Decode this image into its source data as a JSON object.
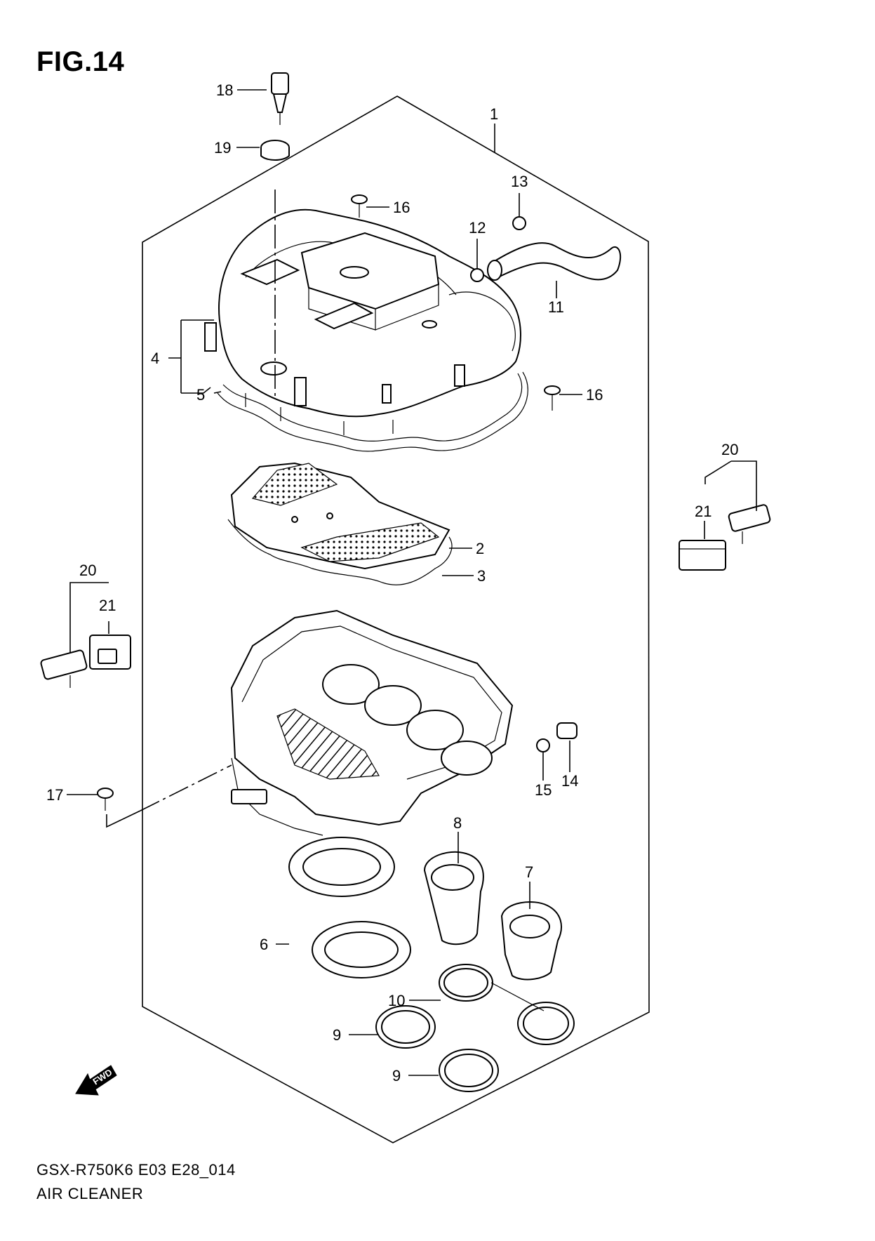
{
  "figure": {
    "title": "FIG.14"
  },
  "footer": {
    "code": "GSX-R750K6 E03 E28_014",
    "name": "AIR CLEANER"
  },
  "fwd_arrow": {
    "label": "FWD"
  },
  "callouts": [
    {
      "id": "c1",
      "label": "1"
    },
    {
      "id": "c2",
      "label": "2"
    },
    {
      "id": "c3",
      "label": "3"
    },
    {
      "id": "c4",
      "label": "4"
    },
    {
      "id": "c5",
      "label": "5"
    },
    {
      "id": "c6",
      "label": "6"
    },
    {
      "id": "c7",
      "label": "7"
    },
    {
      "id": "c8",
      "label": "8"
    },
    {
      "id": "c9a",
      "label": "9"
    },
    {
      "id": "c9b",
      "label": "9"
    },
    {
      "id": "c10",
      "label": "10"
    },
    {
      "id": "c11",
      "label": "11"
    },
    {
      "id": "c12",
      "label": "12"
    },
    {
      "id": "c13",
      "label": "13"
    },
    {
      "id": "c14",
      "label": "14"
    },
    {
      "id": "c15",
      "label": "15"
    },
    {
      "id": "c16a",
      "label": "16"
    },
    {
      "id": "c16b",
      "label": "16"
    },
    {
      "id": "c17",
      "label": "17"
    },
    {
      "id": "c18",
      "label": "18"
    },
    {
      "id": "c19",
      "label": "19"
    },
    {
      "id": "c20a",
      "label": "20"
    },
    {
      "id": "c20b",
      "label": "20"
    },
    {
      "id": "c21a",
      "label": "21"
    },
    {
      "id": "c21b",
      "label": "21"
    }
  ]
}
